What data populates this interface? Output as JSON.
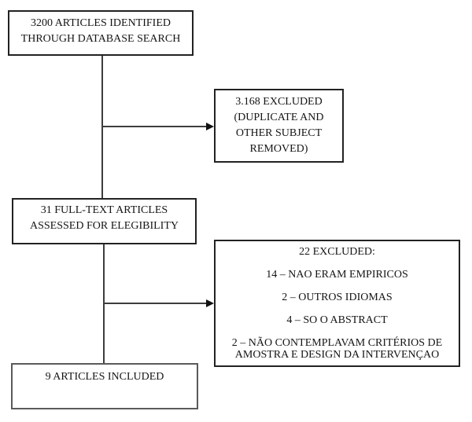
{
  "colors": {
    "box_border": "#222222",
    "included_box_border": "#5a5a5a",
    "connector_line": "#3d3d3d",
    "text": "#151515",
    "background": "#ffffff"
  },
  "flow": {
    "box_identified": {
      "line1": "3200 ARTICLES IDENTIFIED",
      "line2": "THROUGH DATABASE SEARCH"
    },
    "box_excluded_dup": {
      "line1": "3.168 EXCLUDED",
      "line2": "(DUPLICATE AND",
      "line3": "OTHER SUBJECT",
      "line4": "REMOVED)"
    },
    "box_fulltext": {
      "line1": "31 FULL-TEXT ARTICLES",
      "line2": "ASSESSED FOR ELEGIBILITY"
    },
    "box_excluded_other": {
      "title": "22 EXCLUDED:",
      "item1": "14 – NAO ERAM EMPIRICOS",
      "item2": "2 – OUTROS IDIOMAS",
      "item3": "4 – SO O ABSTRACT",
      "item4_line1": "2 – NÃO CONTEMPLAVAM CRITÉRIOS DE",
      "item4_line2": "AMOSTRA E DESIGN DA INTERVENÇAO"
    },
    "box_included": {
      "line1": "9 ARTICLES INCLUDED"
    }
  }
}
